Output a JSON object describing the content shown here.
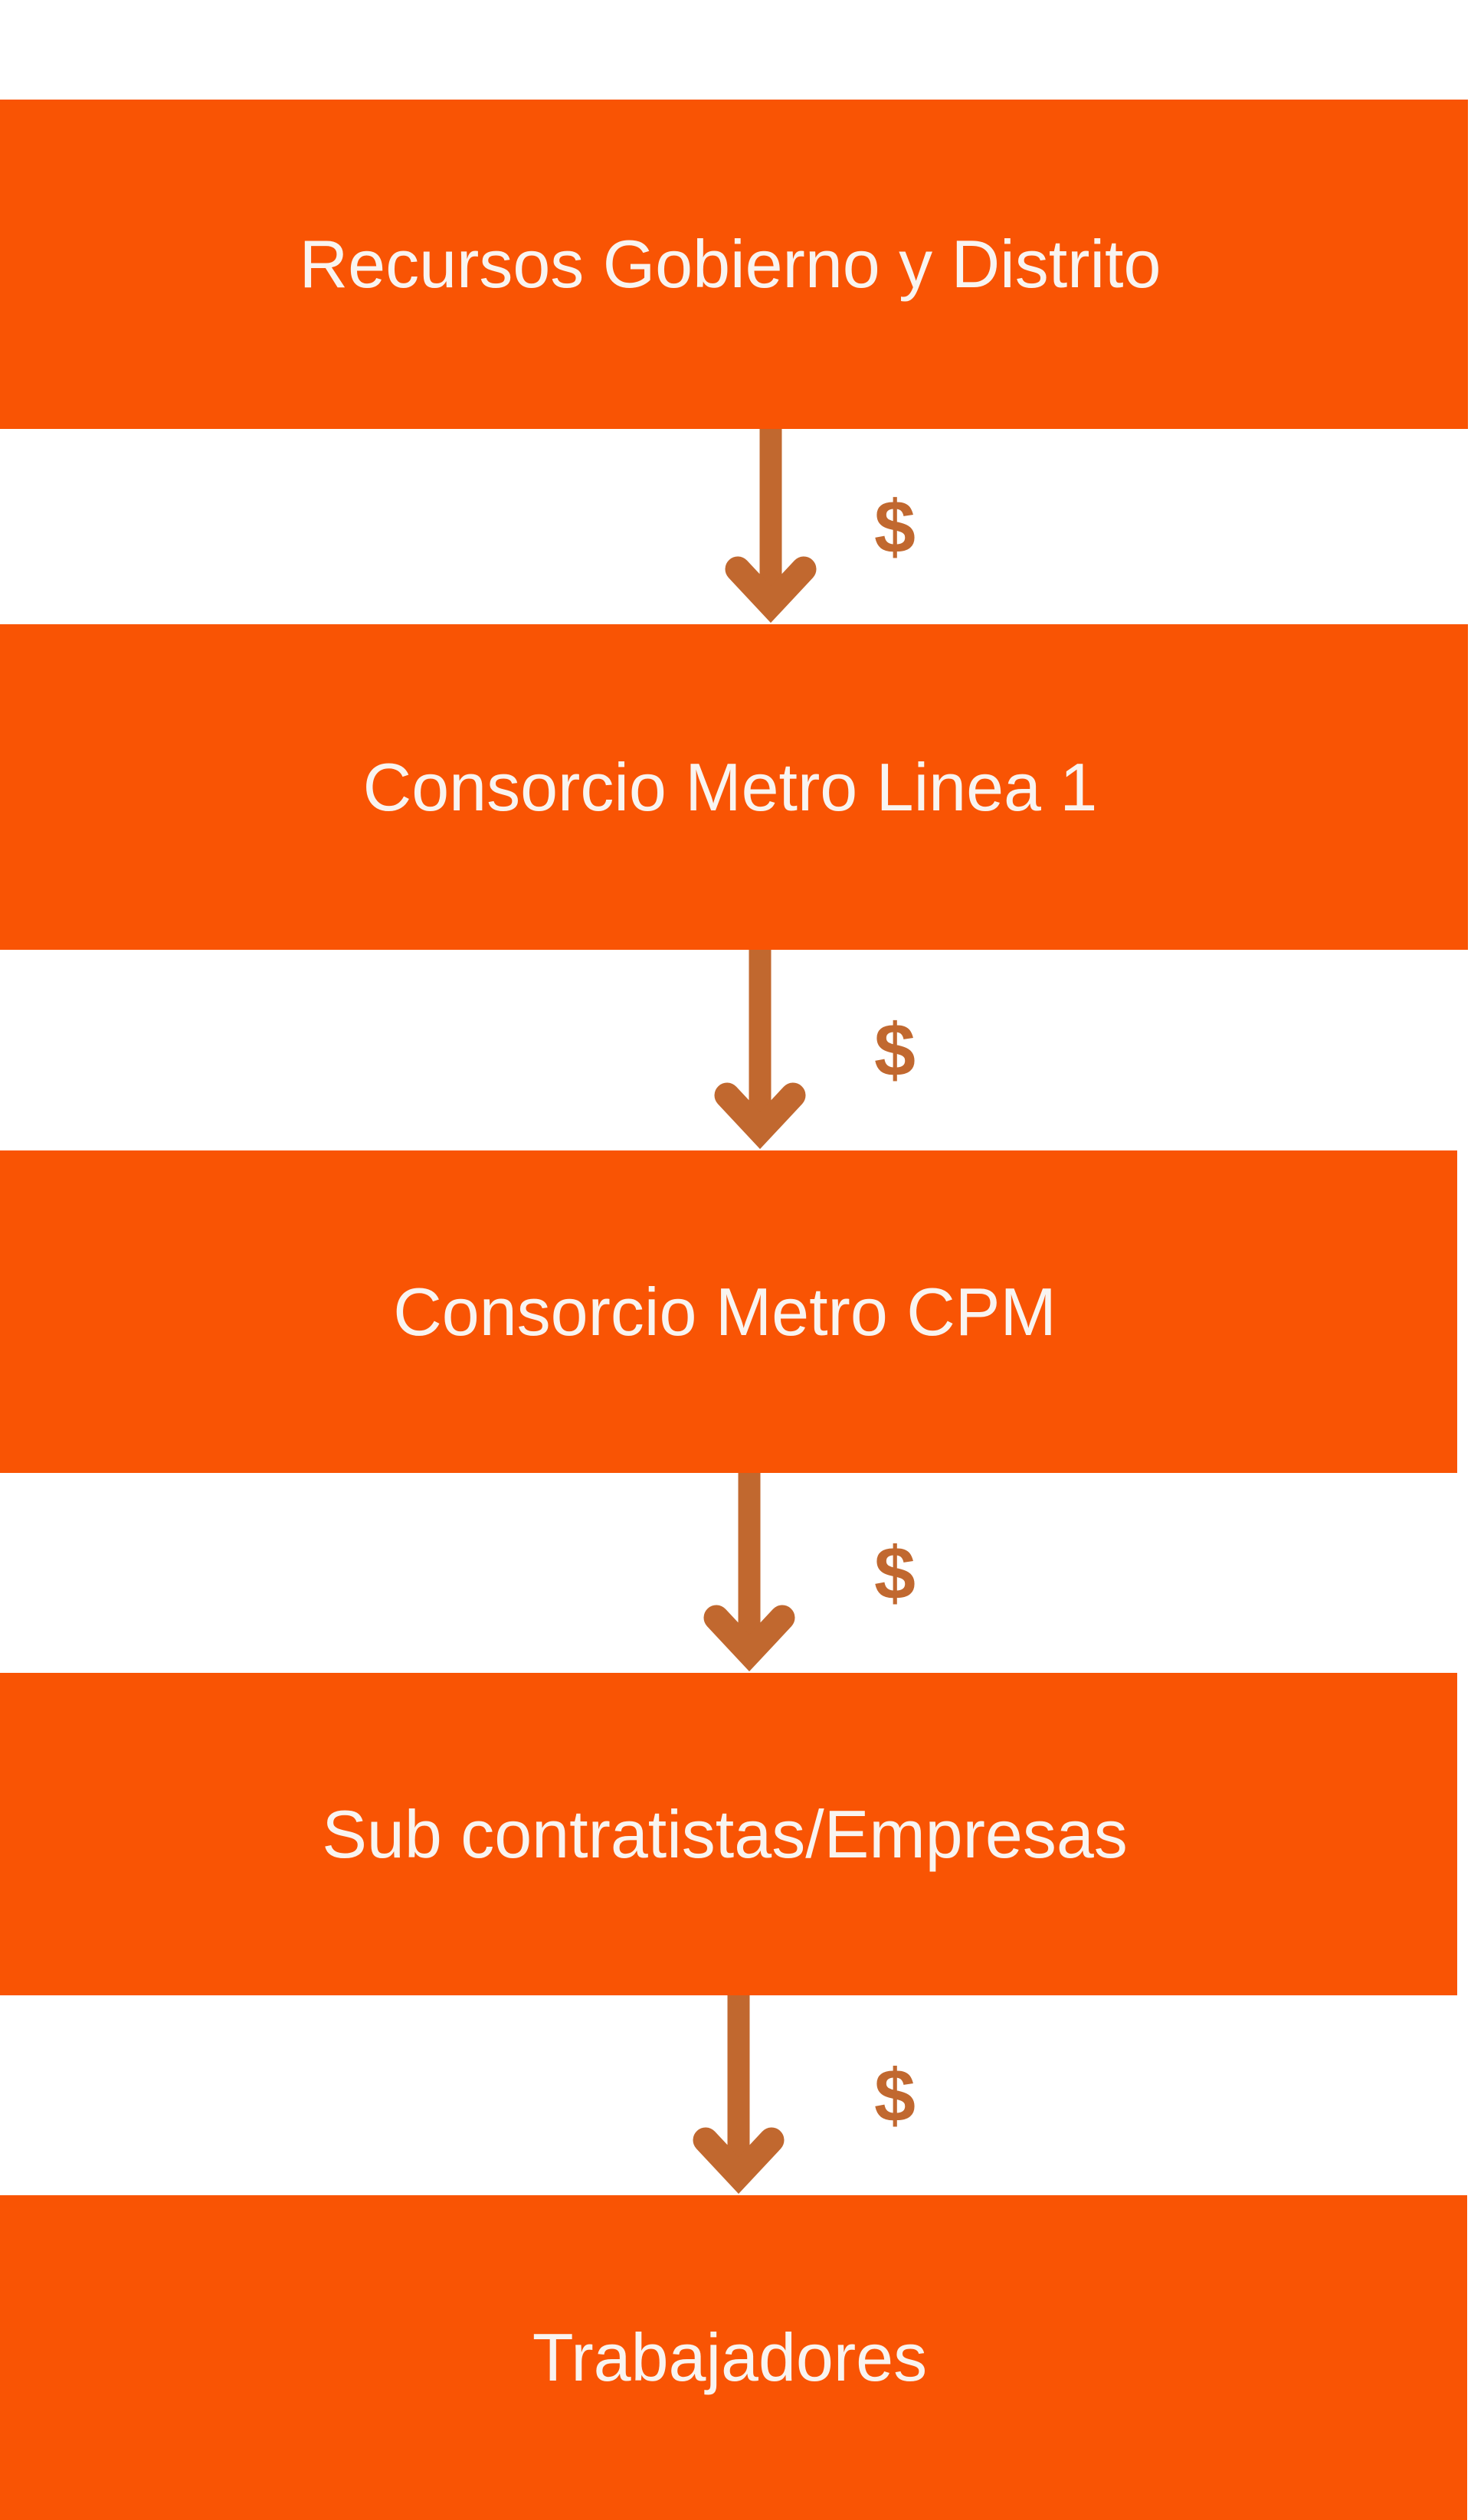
{
  "colors": {
    "background": "#ffffff",
    "box": "#f95404",
    "label": "#f9f4f0",
    "arrow": "#c1682f"
  },
  "flow": {
    "nodes": [
      {
        "label": "Recursos Gobierno y Distrito"
      },
      {
        "label": "Consorcio Metro Linea 1"
      },
      {
        "label": "Consorcio Metro CPM"
      },
      {
        "label": "Sub contratistas/Empresas"
      },
      {
        "label": "Trabajadores"
      }
    ],
    "connector_symbol": "$"
  }
}
